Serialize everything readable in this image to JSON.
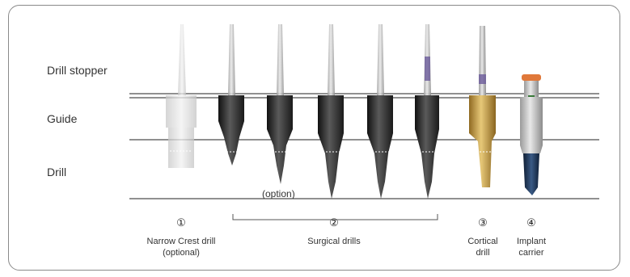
{
  "row_labels": {
    "drill_stopper": "Drill stopper",
    "guide": "Guide",
    "drill": "Drill"
  },
  "option_note": "(option)",
  "groups": [
    {
      "number": "①",
      "caption_line1": "Narrow Crest drill",
      "caption_line2": "(optional)"
    },
    {
      "number": "②",
      "caption_line1": "Surgical drills",
      "caption_line2": ""
    },
    {
      "number": "③",
      "caption_line1": "Cortical",
      "caption_line2": "drill"
    },
    {
      "number": "④",
      "caption_line1": "Implant",
      "caption_line2": "carrier"
    }
  ],
  "colors": {
    "frame": "#8a8a8a",
    "line": "#222222",
    "pale_metal": "#cfcfcf",
    "dark_sleeve": "#2a2a2a",
    "gold": "#c9a14a",
    "implant_blue": "#1f3a5f",
    "orange_ring": "#e0783a"
  }
}
